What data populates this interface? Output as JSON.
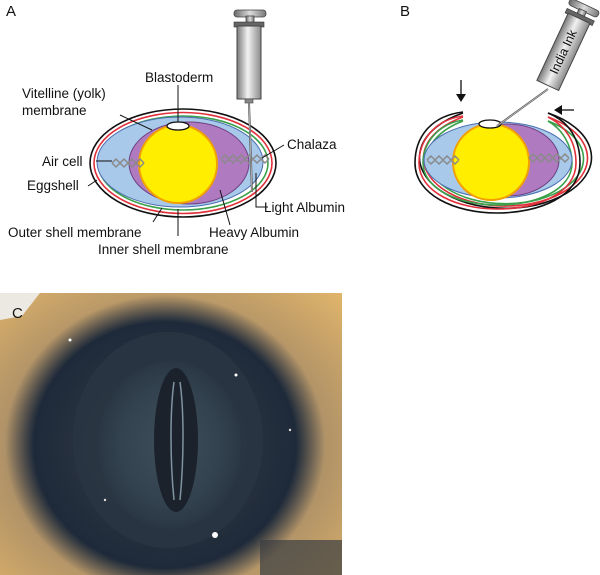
{
  "panels": {
    "a": "A",
    "b": "B",
    "c": "C"
  },
  "labels": {
    "blastoderm": "Blastoderm",
    "vitelline_1": "Vitelline (yolk)",
    "vitelline_2": "membrane",
    "air_cell": "Air cell",
    "eggshell": "Eggshell",
    "outer_shell_membrane": "Outer shell membrane",
    "inner_shell_membrane": "Inner shell membrane",
    "chalaza": "Chalaza",
    "light_albumin": "Light Albumin",
    "heavy_albumin": "Heavy Albumin",
    "syringe_label": "India Ink"
  },
  "colors": {
    "eggshell": "#111111",
    "outer_membrane": "#e0303a",
    "inner_membrane": "#3aa04a",
    "light_albumin": "#a9c9ea",
    "heavy_albumin": "#b07ac0",
    "yolk": "#ffee00",
    "yolk_rim": "#f2a000",
    "chalaza": "#8a8a8a",
    "embryo_stain": "#26303c",
    "background_yolk": "#d9a95a"
  },
  "icons": [
    "syringe-icon",
    "arrow-down-icon",
    "arrow-left-icon"
  ]
}
